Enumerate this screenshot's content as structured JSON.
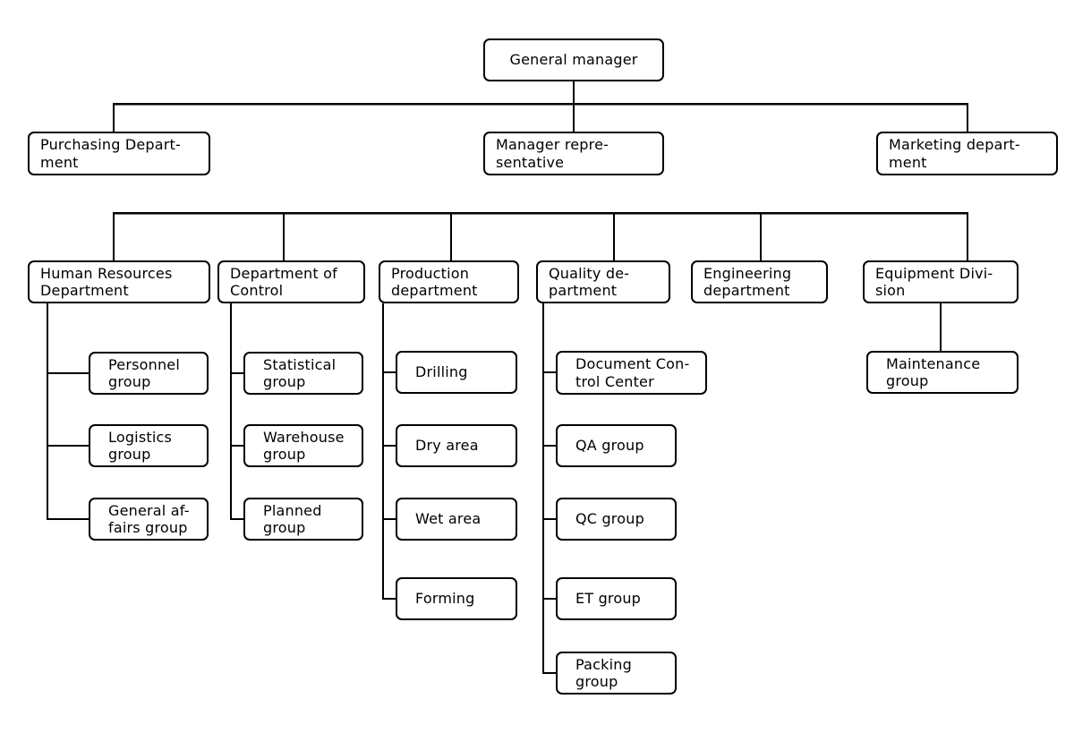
{
  "diagram": {
    "type": "org-chart",
    "background_color": "#ffffff",
    "line_color": "#000000",
    "box_fill_color": "#ffffff",
    "box_border_color": "#000000",
    "nodes": {
      "general_manager": {
        "label": "General manager"
      },
      "purchasing": {
        "label": "Purchasing Depart-\nment"
      },
      "manager_representative": {
        "label": "Manager repre-\nsentative"
      },
      "marketing": {
        "label": "Marketing depart-\nment"
      },
      "human_resources": {
        "label": "Human Resources\nDepartment"
      },
      "department_of_control": {
        "label": "Department of\nControl"
      },
      "production": {
        "label": "Production\ndepartment"
      },
      "quality": {
        "label": "Quality de-\npartment"
      },
      "engineering": {
        "label": "Engineering\ndepartment"
      },
      "equipment": {
        "label": "Equipment Divi-\nsion"
      },
      "personnel": {
        "label": "Personnel\ngroup"
      },
      "logistics": {
        "label": "Logistics\ngroup"
      },
      "general_affairs": {
        "label": "General af-\nfairs group"
      },
      "statistical": {
        "label": "Statistical\ngroup"
      },
      "warehouse": {
        "label": "Warehouse\ngroup"
      },
      "planned": {
        "label": "Planned\ngroup"
      },
      "drilling": {
        "label": "Drilling"
      },
      "dry_area": {
        "label": "Dry area"
      },
      "wet_area": {
        "label": "Wet area"
      },
      "forming": {
        "label": "Forming"
      },
      "document_control": {
        "label": "Document Con-\ntrol Center"
      },
      "qa_group": {
        "label": "QA group"
      },
      "qc_group": {
        "label": "QC group"
      },
      "et_group": {
        "label": "ET group"
      },
      "packing_group": {
        "label": "Packing\ngroup"
      },
      "maintenance": {
        "label": "Maintenance\ngroup"
      }
    },
    "structure": {
      "general_manager_children": [
        "purchasing",
        "manager_representative",
        "marketing"
      ],
      "second_level_bar_children": [
        "human_resources",
        "department_of_control",
        "production",
        "quality",
        "engineering",
        "equipment"
      ],
      "human_resources_children": [
        "personnel",
        "logistics",
        "general_affairs"
      ],
      "department_of_control_children": [
        "statistical",
        "warehouse",
        "planned"
      ],
      "production_children": [
        "drilling",
        "dry_area",
        "wet_area",
        "forming"
      ],
      "quality_children": [
        "document_control",
        "qa_group",
        "qc_group",
        "et_group",
        "packing_group"
      ],
      "engineering_children": [],
      "equipment_children": [
        "maintenance"
      ]
    }
  }
}
